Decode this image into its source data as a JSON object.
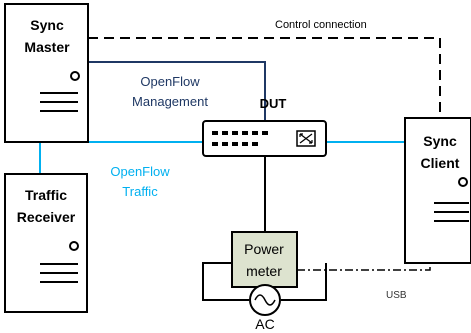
{
  "colors": {
    "black": "#000000",
    "management_line": "#1f3864",
    "management_text": "#1f3864",
    "traffic_line": "#00b0f0",
    "traffic_text": "#00b0f0",
    "power_meter_fill": "#dde3cf",
    "usb_text": "#333333"
  },
  "nodes": {
    "sync_master": {
      "line1": "Sync",
      "line2": "Master"
    },
    "traffic_receiver": {
      "line1": "Traffic",
      "line2": "Receiver"
    },
    "sync_client": {
      "line1": "Sync",
      "line2": "Client"
    },
    "dut": {
      "label": "DUT"
    },
    "power_meter": {
      "line1": "Power",
      "line2": "meter"
    },
    "ac": {
      "label": "AC"
    }
  },
  "links": {
    "control": {
      "label": "Control connection"
    },
    "management": {
      "line1": "OpenFlow",
      "line2": "Management"
    },
    "traffic": {
      "line1": "OpenFlow",
      "line2": "Traffic"
    },
    "usb": {
      "label": "USB"
    }
  }
}
